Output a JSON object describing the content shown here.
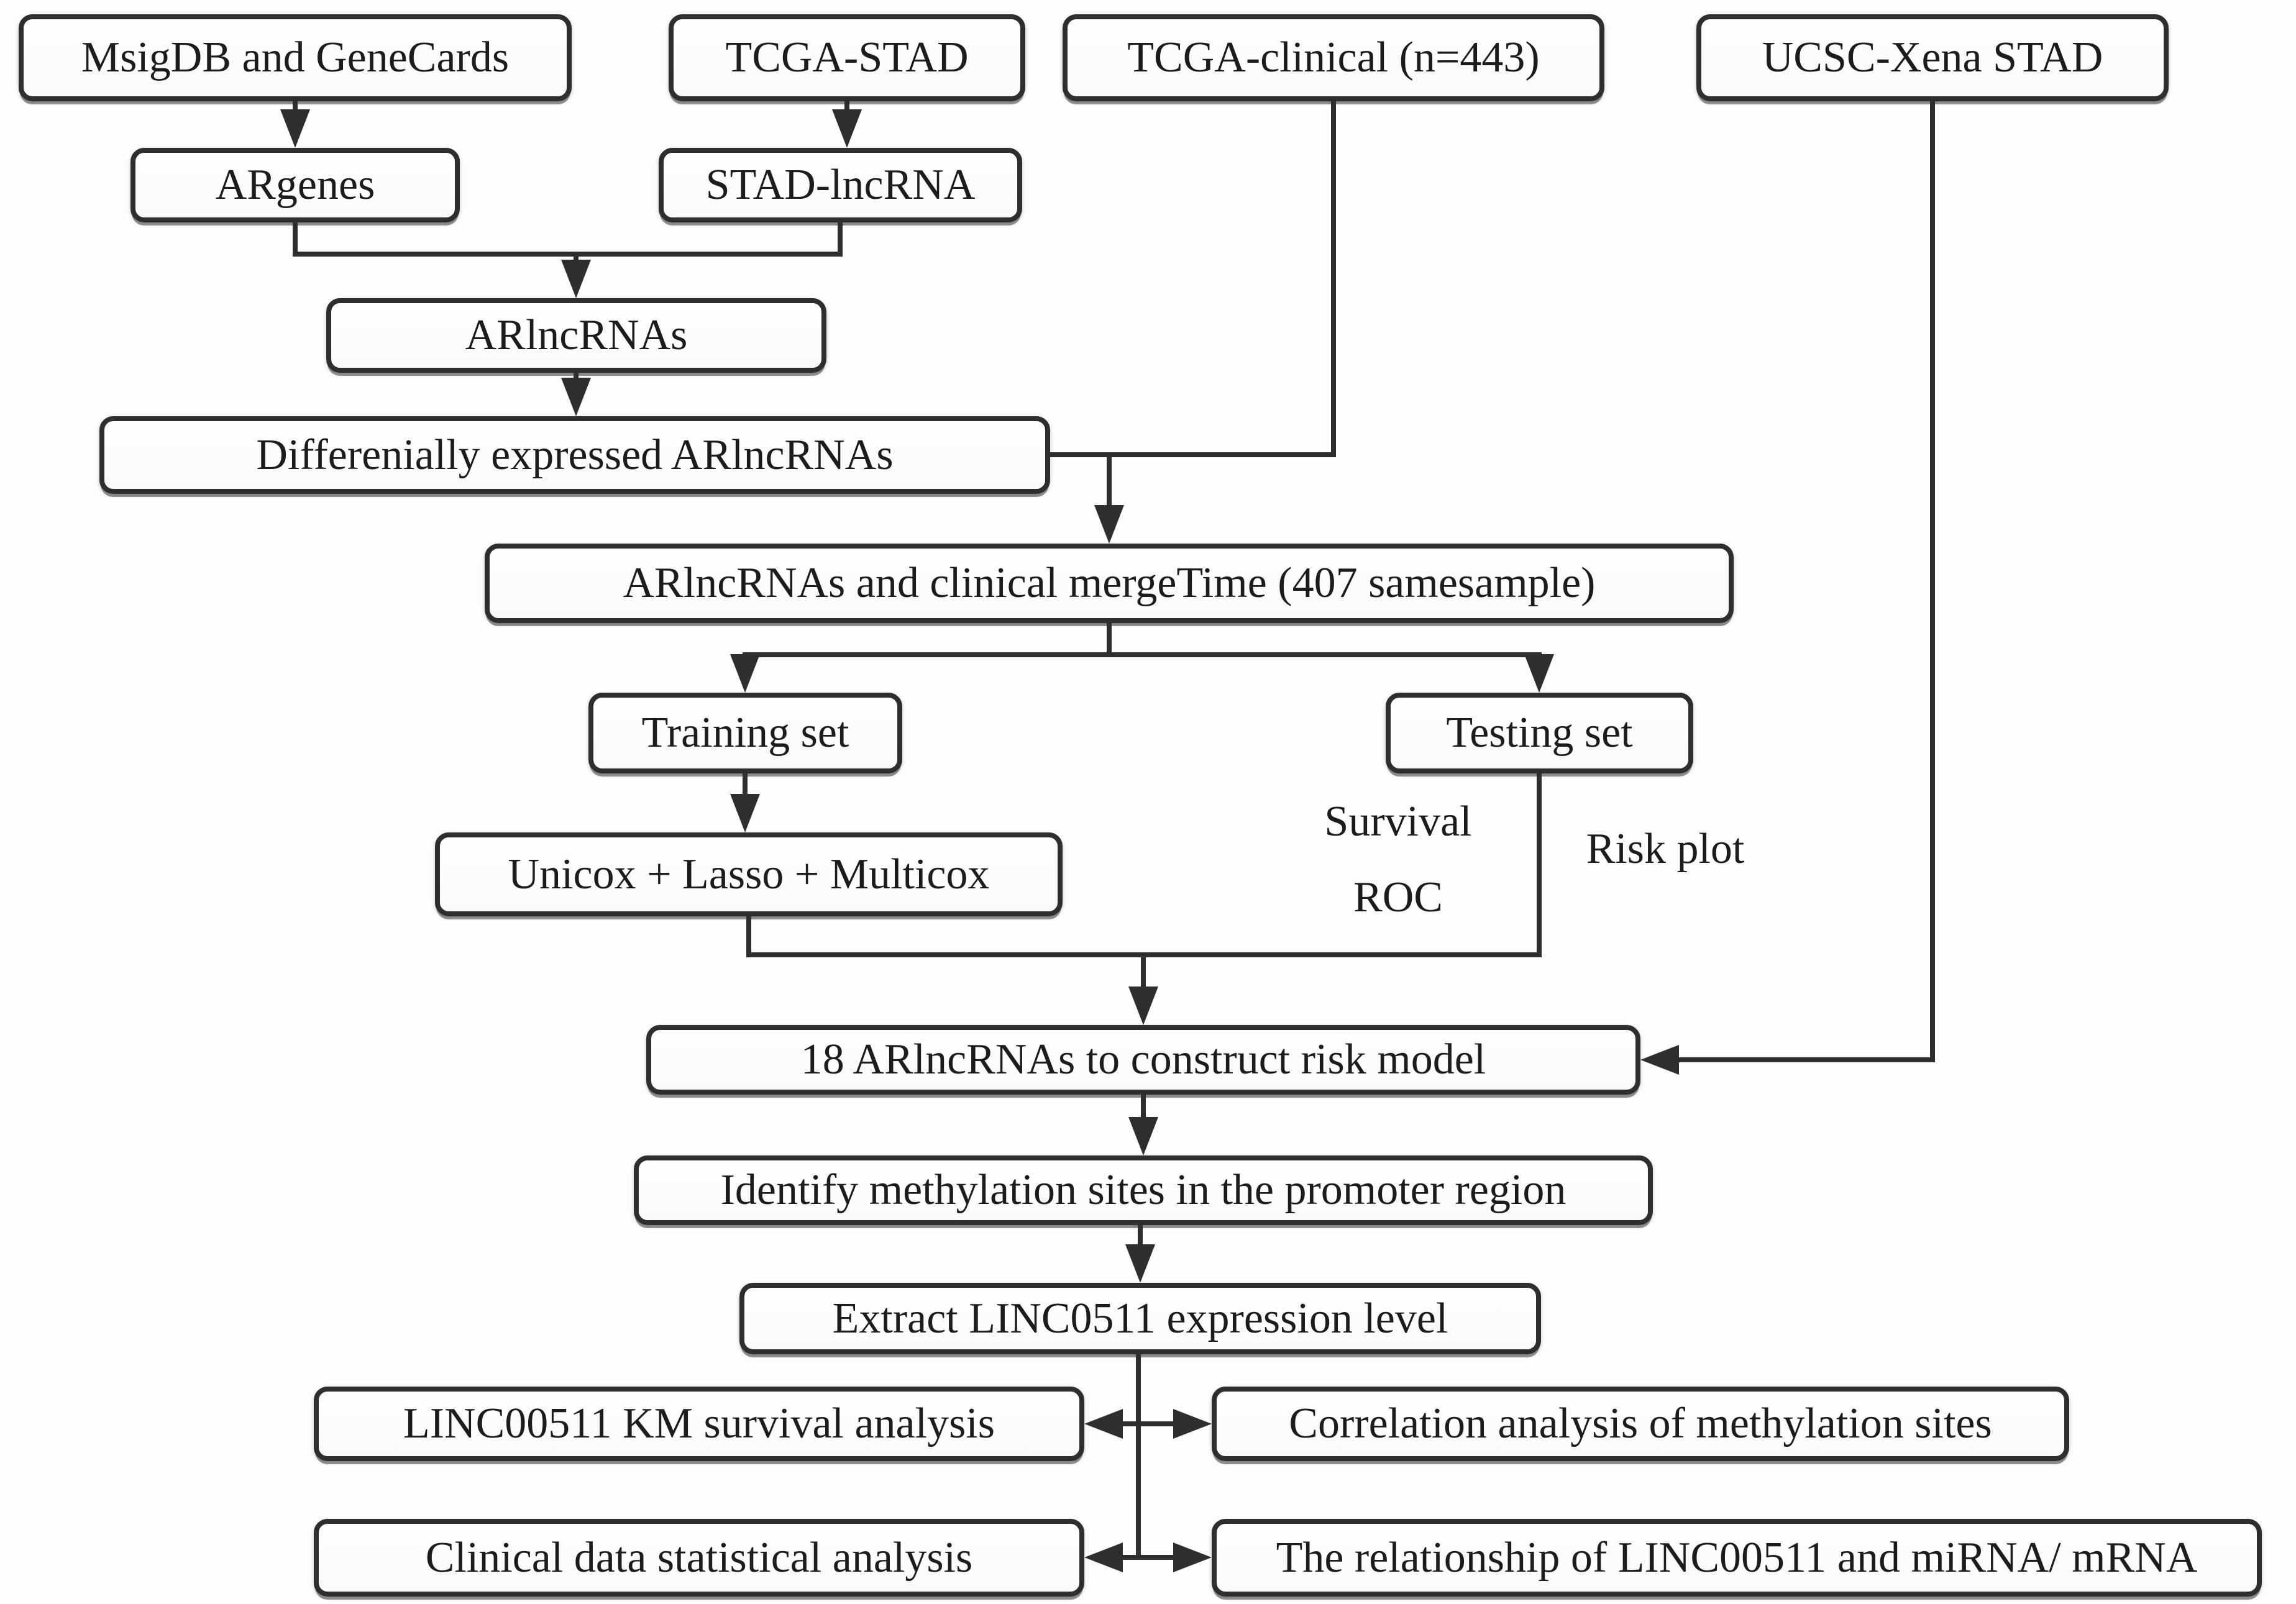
{
  "nodes": {
    "msigdb": "MsigDB and GeneCards",
    "tcga_stad": "TCGA-STAD",
    "tcga_clinical": "TCGA-clinical (n=443)",
    "ucsc_xena": "UCSC-Xena STAD",
    "argenes": "ARgenes",
    "stad_lncrna": "STAD-lncRNA",
    "arlncrnas": "ARlncRNAs",
    "diff_expressed": "Differenially expressed ARlncRNAs",
    "merge_time": "ARlncRNAs and clinical mergeTime (407 samesample)",
    "training_set": "Training set",
    "testing_set": "Testing set",
    "unicox_lasso_multicox": "Unicox + Lasso + Multicox",
    "risk_model": "18 ARlncRNAs to construct risk model",
    "identify_methylation": "Identify methylation sites in the promoter region",
    "extract_linc": "Extract LINC0511 expression level",
    "km_survival": "LINC00511 KM survival analysis",
    "correlation_methylation": "Correlation analysis of methylation sites",
    "clinical_statistical": "Clinical data statistical analysis",
    "relationship_mirna": "The relationship of LINC00511 and miRNA/ mRNA"
  },
  "edge_labels": {
    "survival": "Survival",
    "roc": "ROC",
    "risk_plot": "Risk plot"
  },
  "colors": {
    "line": "#2e2e2e",
    "box_background": "#fdfdfd",
    "text": "#1c1c1c",
    "background": "#fcfdfe"
  }
}
